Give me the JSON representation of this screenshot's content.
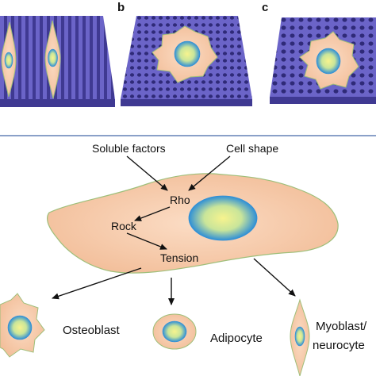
{
  "panels": {
    "b_label": "b",
    "c_label": "c"
  },
  "flow": {
    "soluble_factors": "Soluble factors",
    "cell_shape": "Cell shape",
    "rho": "Rho",
    "rock": "Rock",
    "tension": "Tension"
  },
  "fates": {
    "osteoblast": "Osteoblast",
    "adipocyte": "Adipocyte",
    "myoblast_line1": "Myoblast/",
    "myoblast_line2": "neurocyte"
  },
  "colors": {
    "substrate_top": "#6b64c8",
    "substrate_side": "#3f3992",
    "cell_fill": "#f5c9a8",
    "cell_edge": "#9fbf7a",
    "nucleus_center": "#f6f08a",
    "nucleus_edge": "#2f8fd6",
    "divider": "#8aa0c8"
  }
}
